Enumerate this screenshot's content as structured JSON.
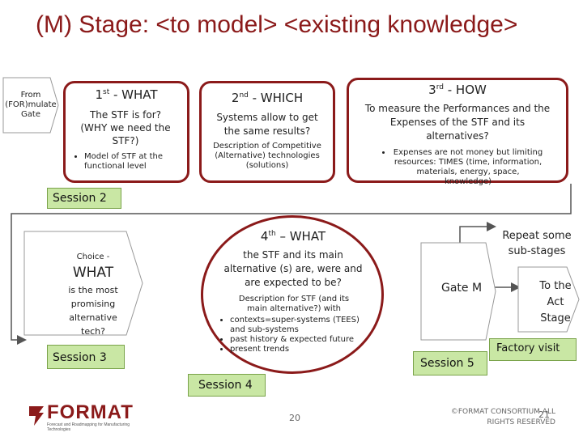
{
  "title": "(M)   Stage: <to model>  <existing knowledge>",
  "gate_left": "From (FOR)mulate Gate",
  "box1": {
    "heading_num": "1",
    "heading_sup": "st",
    "heading_rest": " - WHAT",
    "q": "The STF is for? (WHY we need the STF?)",
    "bullet": "Model of STF at the functional level"
  },
  "box2": {
    "heading_num": "2",
    "heading_sup": "nd",
    "heading_rest": " - WHICH",
    "q": "Systems allow to get the same results?",
    "bullet": "Description of Competitive (Alternative) technologies (solutions)"
  },
  "box3": {
    "heading_num": "3",
    "heading_sup": "rd",
    "heading_rest": " - HOW",
    "q": "To measure the Performances and the Expenses of the STF and its alternatives?",
    "bullet": "Expenses are not money but limiting resources: TIMES (time, information, materials, energy, space, knowledge)"
  },
  "session2": "Session 2",
  "choice": {
    "pre": "Choice -",
    "what": "WHAT",
    "desc": "is the most promising alternative tech?"
  },
  "session3": "Session 3",
  "box4": {
    "heading_num": "4",
    "heading_sup": "th",
    "heading_rest": " – WHAT",
    "q": "the STF and its main alternative (s) are, were and are expected to be?",
    "desc": "Description for STF (and its main alternative?) with",
    "bullets": [
      "contexts=super-systems (TEES) and sub-systems",
      "past history & expected future",
      "present trends"
    ]
  },
  "session4": "Session 4",
  "repeat": "Repeat some sub-stages",
  "gate_m": "Gate M",
  "to_act": "To the Act Stage",
  "factory": "Factory visit",
  "session5": "Session 5",
  "page_num": "20",
  "copyright": "©FORMAT CONSORTIUM ALL RIGHTS RESERVED",
  "slide_num": "21",
  "logo": {
    "name": "FORMAT",
    "tagline": "Forecast and Roadmapping for Manufacturing Technologies"
  },
  "colors": {
    "border": "#8b1a1a",
    "green_fill": "#c9e7a4",
    "arrow": "#555555"
  }
}
